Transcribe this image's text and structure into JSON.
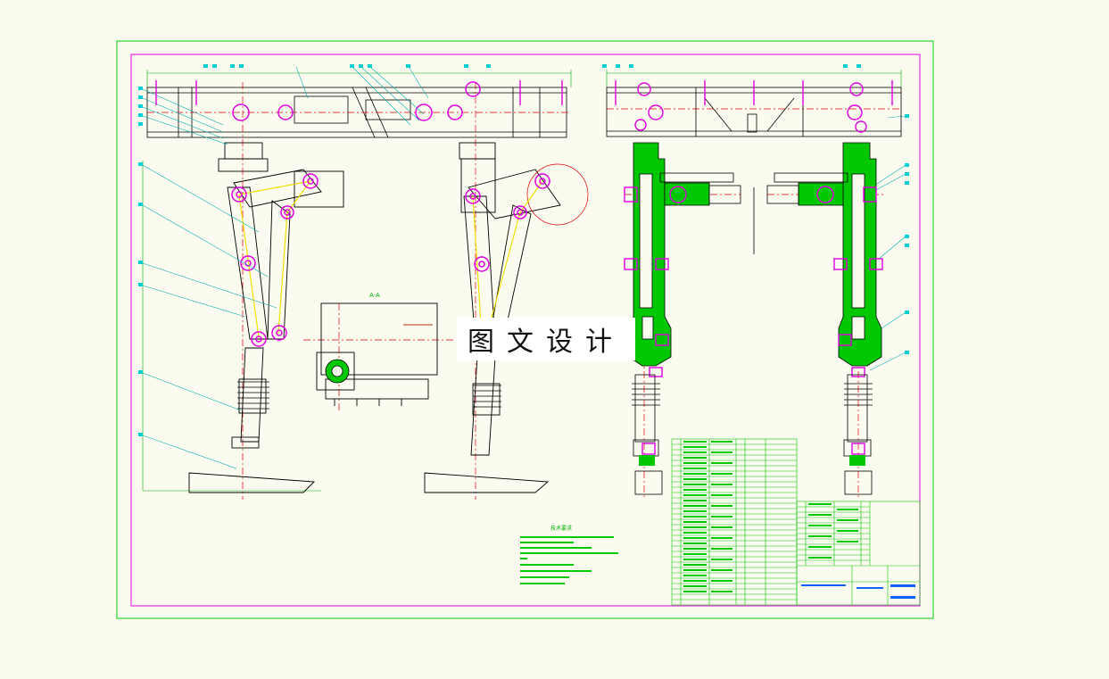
{
  "drawing": {
    "section_label": "A-A",
    "watermark": "图文设计",
    "notes": {
      "title": "技术要求"
    },
    "colors": {
      "background": "#fcfbf0",
      "outer_frame": "#00d000",
      "inner_frame": "#e000e0",
      "structure": "#000000",
      "centerline": "#e00000",
      "section_hatch": "#00c800",
      "bolts": "#e000e0",
      "links": "#f0e000",
      "leaders": "#00b0b0"
    }
  }
}
